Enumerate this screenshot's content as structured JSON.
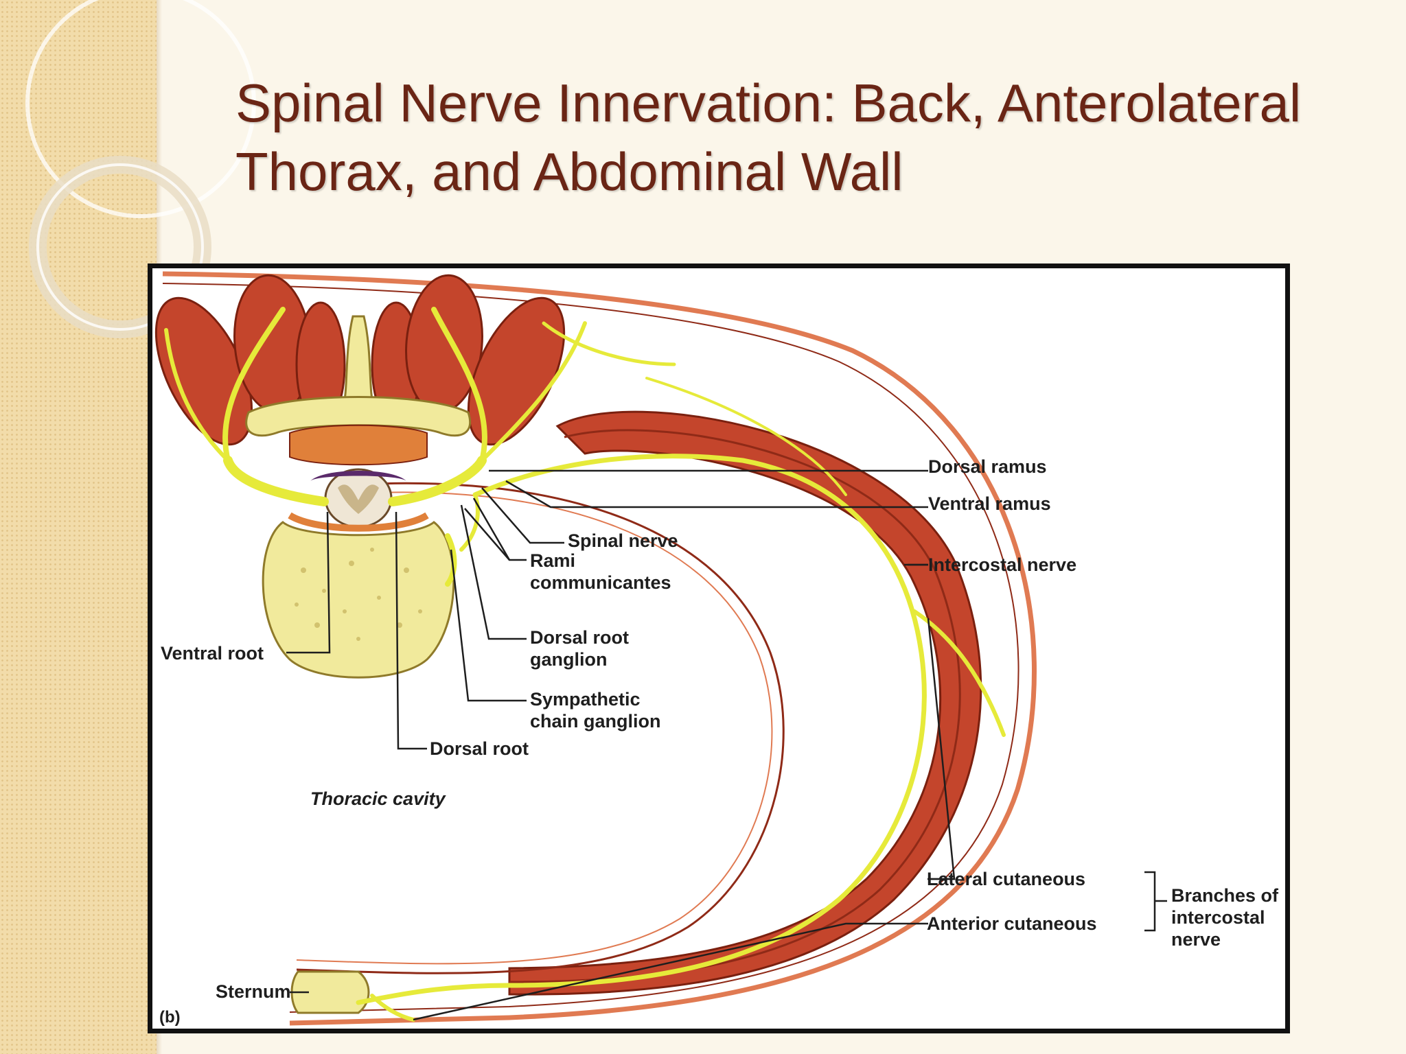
{
  "slide": {
    "title_line1": "Spinal Nerve Innervation: Back, Anterolateral",
    "title_line2": "Thorax, and Abdominal Wall"
  },
  "figure": {
    "panel_tag": "(b)",
    "labels": {
      "dorsal_ramus": "Dorsal ramus",
      "ventral_ramus": "Ventral ramus",
      "spinal_nerve": "Spinal nerve",
      "rami_communicantes_1": "Rami",
      "rami_communicantes_2": "communicantes",
      "intercostal_nerve": "Intercostal nerve",
      "ventral_root": "Ventral root",
      "dorsal_root_ganglion_1": "Dorsal root",
      "dorsal_root_ganglion_2": "ganglion",
      "sympathetic_chain_ganglion_1": "Sympathetic",
      "sympathetic_chain_ganglion_2": "chain ganglion",
      "dorsal_root": "Dorsal root",
      "thoracic_cavity": "Thoracic cavity",
      "lateral_cutaneous": "Lateral cutaneous",
      "anterior_cutaneous": "Anterior cutaneous",
      "branches_1": "Branches of",
      "branches_2": "intercostal",
      "branches_3": "nerve",
      "sternum": "Sternum"
    }
  },
  "colors": {
    "title": "#6a2515",
    "muscle": "#c4452c",
    "muscle_dark": "#8f2a17",
    "nerve": "#e6ea3a",
    "bone": "#f1ea9c",
    "skin": "#e07a52"
  }
}
